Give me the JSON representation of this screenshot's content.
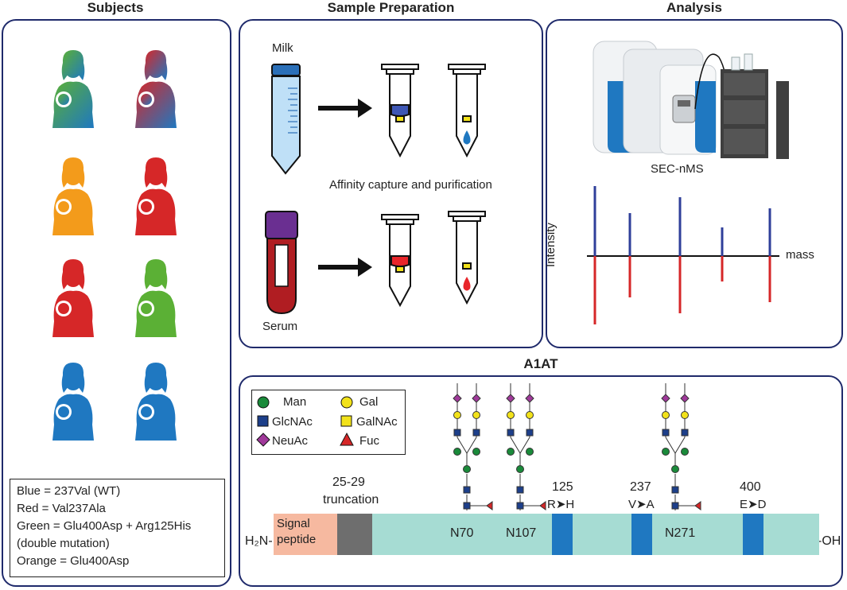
{
  "titles": {
    "subjects": "Subjects",
    "sample_prep": "Sample Preparation",
    "analysis": "Analysis",
    "a1at": "A1AT"
  },
  "legend_subjects": [
    "Blue = 237Val (WT)",
    "Red = Val237Ala",
    "Green = Glu400Asp + Arg125His",
    "(double mutation)",
    "Orange = Glu400Asp"
  ],
  "sample_prep": {
    "milk": "Milk",
    "serum": "Serum",
    "step": "Affinity capture and purification"
  },
  "analysis": {
    "instrument": "SEC-nMS",
    "ylabel": "Intensity",
    "xlabel": "mass"
  },
  "glycan_legend": [
    {
      "shape": "circle",
      "color": "#1a8a3a",
      "label": "Man"
    },
    {
      "shape": "circle",
      "color": "#f2e21a",
      "label": "Gal"
    },
    {
      "shape": "square",
      "color": "#1d3f8a",
      "label": "GlcNAc"
    },
    {
      "shape": "square",
      "color": "#f2e21a",
      "label": "GalNAc"
    },
    {
      "shape": "diamond",
      "color": "#a0399a",
      "label": "NeuAc"
    },
    {
      "shape": "triangle",
      "color": "#d62728",
      "label": "Fuc"
    }
  ],
  "protein": {
    "nterm": "H₂N-",
    "cterm": "-OH",
    "signal1": "Signal",
    "signal2": "peptide",
    "trunc1": "25-29",
    "trunc2": "truncation",
    "sites": [
      "N70",
      "N107",
      "N271"
    ],
    "mutations": [
      {
        "pos": "125",
        "change": "R➤H"
      },
      {
        "pos": "237",
        "change": "V➤A"
      },
      {
        "pos": "400",
        "change": "E➤D"
      }
    ]
  },
  "colors": {
    "border": "#1f2a6b",
    "blue": "#1f78c1",
    "red": "#d62728",
    "green": "#5bb035",
    "orange": "#f39b1b",
    "teal": "#a6dcd3",
    "signal": "#f6b9a0",
    "gray": "#6e6e6e"
  },
  "subject_colors": [
    [
      "green-blue-gradient",
      "red-blue-gradient"
    ],
    [
      "orange",
      "red"
    ],
    [
      "red",
      "green"
    ],
    [
      "blue",
      "blue"
    ]
  ]
}
